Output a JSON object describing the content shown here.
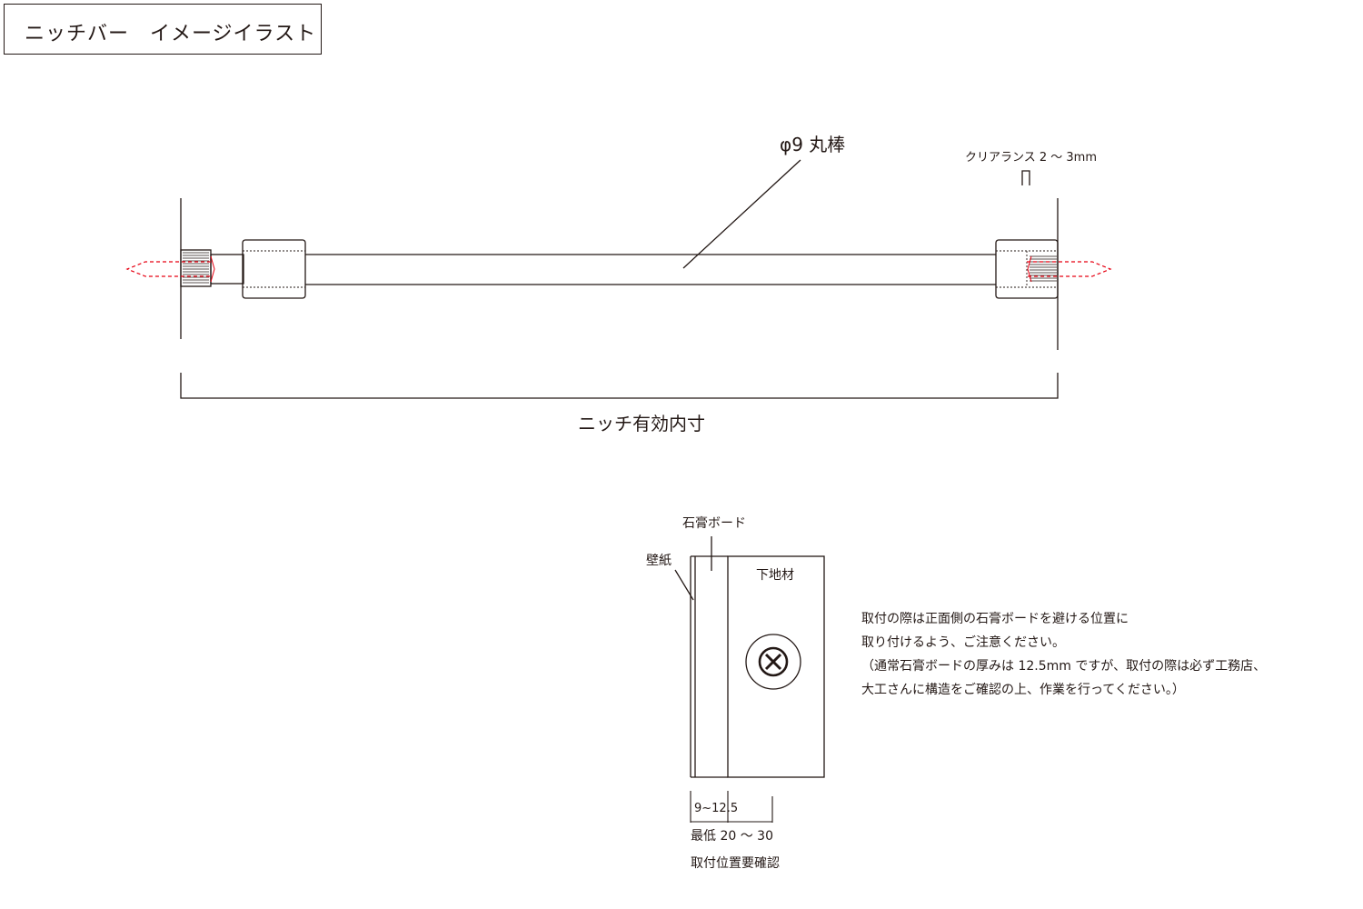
{
  "title": "ニッチバー　イメージイラスト",
  "bar": {
    "rod_label": "φ9 丸棒",
    "clearance_label": "クリアランス 2 ～ 3mm",
    "niche_dimension_label": "ニッチ有効内寸"
  },
  "wall_section": {
    "gypsum_board_label": "石膏ボード",
    "wallpaper_label": "壁紙",
    "substrate_label": "下地材",
    "board_thickness_label": "9~12.5",
    "min_depth_label": "最低 20 ～ 30",
    "check_position_label": "取付位置要確認"
  },
  "note_lines": [
    "取付の際は正面側の石膏ボードを避ける位置に",
    "取り付けるよう、ご注意ください。",
    "（通常石膏ボードの厚みは 12.5mm ですが、取付の際は必ず工務店、",
    "大工さんに構造をご確認の上、作業を行ってください。）"
  ],
  "colors": {
    "line": "#231815",
    "screw": "#e60012"
  }
}
